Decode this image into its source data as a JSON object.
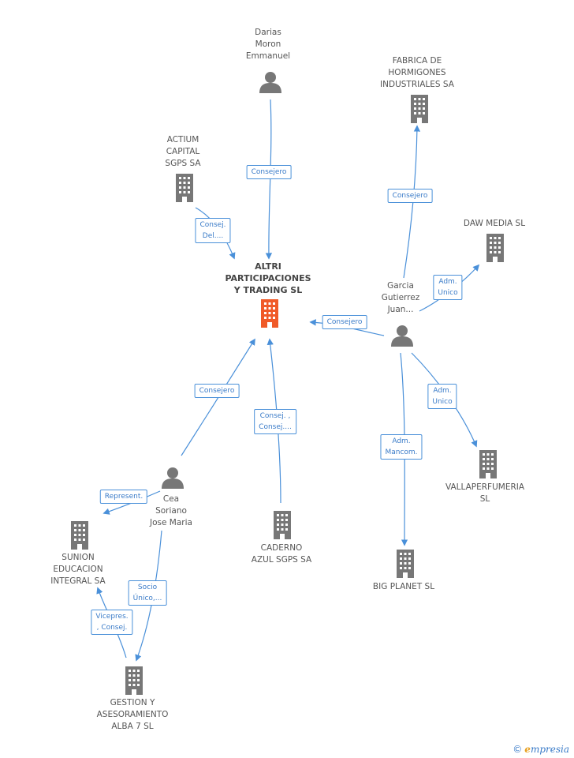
{
  "colors": {
    "edge": "#4a90d9",
    "node": "#777777",
    "main_node": "#f05a28"
  },
  "nodes": {
    "altri": {
      "label": "ALTRI\nPARTICIPACIONES\nY TRADING SL",
      "icon": "building-icon"
    },
    "darias": {
      "label": "Darias\nMoron\nEmmanuel",
      "icon": "person-icon"
    },
    "fabrica": {
      "label": "FABRICA DE\nHORMIGONES\nINDUSTRIALES SA",
      "icon": "building-icon"
    },
    "actium": {
      "label": "ACTIUM\nCAPITAL\nSGPS SA",
      "icon": "building-icon"
    },
    "daw": {
      "label": "DAW MEDIA SL",
      "icon": "building-icon"
    },
    "garcia": {
      "label": "Garcia\nGutierrez\nJuan...",
      "icon": "person-icon"
    },
    "cea": {
      "label": "Cea\nSoriano\nJose Maria",
      "icon": "person-icon"
    },
    "caderno": {
      "label": "CADERNO\nAZUL SGPS SA",
      "icon": "building-icon"
    },
    "vallaper": {
      "label": "VALLAPERFUMERIA SL",
      "icon": "building-icon"
    },
    "sunion": {
      "label": "SUNION\nEDUCACION\nINTEGRAL SA",
      "icon": "building-icon"
    },
    "bigplanet": {
      "label": "BIG PLANET SL",
      "icon": "building-icon"
    },
    "gestion": {
      "label": "GESTION Y\nASESORAMIENTO\nALBA 7  SL",
      "icon": "building-icon"
    }
  },
  "edges": {
    "darias_altri": "Consejero",
    "actium_altri": "Consej.\nDel....",
    "garcia_fabrica": "Consejero",
    "garcia_daw": "Adm.\nUnico",
    "garcia_altri": "Consejero",
    "garcia_vallaper": "Adm.\nUnico",
    "garcia_bigplanet": "Adm.\nMancom.",
    "cea_altri": "Consejero",
    "caderno_altri": "Consej. ,\nConsej....",
    "cea_sunion": "Represent.",
    "cea_gestion": "Socio\nÚnico,...",
    "gestion_sunion": "Vicepres.\n, Consej."
  },
  "brand": {
    "copyright": "©",
    "e": "e",
    "rest": "mpresia"
  }
}
